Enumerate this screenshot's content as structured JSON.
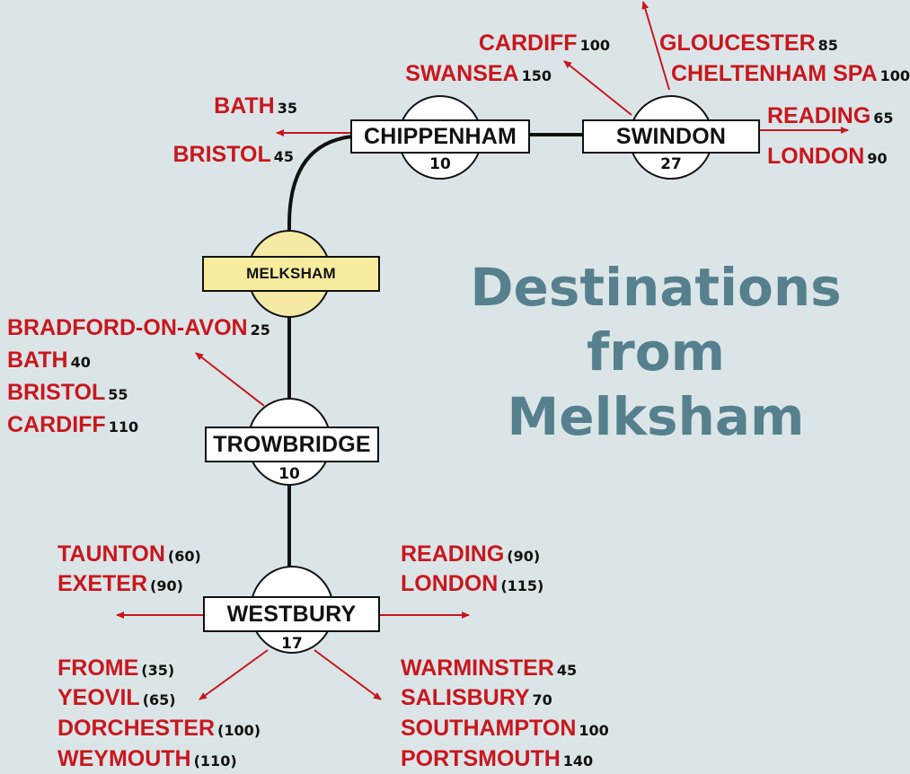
{
  "title": [
    "Destinations",
    "from",
    "Melksham"
  ],
  "colors": {
    "background": "#dbe5e8",
    "destination_text": "#c8171d",
    "title_text": "#56808d",
    "melksham_fill": "#f7ec9e",
    "line": "#111111"
  },
  "stations": {
    "chippenham": {
      "name": "CHIPPENHAM",
      "minutes": "10"
    },
    "swindon": {
      "name": "SWINDON",
      "minutes": "27"
    },
    "melksham": {
      "name": "MELKSHAM"
    },
    "trowbridge": {
      "name": "TROWBRIDGE",
      "minutes": "10"
    },
    "westbury": {
      "name": "WESTBURY",
      "minutes": "17"
    }
  },
  "groups": {
    "chippenham_west": [
      {
        "name": "BATH",
        "time": "35"
      },
      {
        "name": "BRISTOL",
        "time": "45"
      }
    ],
    "chippenham_northwest": [
      {
        "name": "CARDIFF",
        "time": "100"
      },
      {
        "name": "SWANSEA",
        "time": "150"
      }
    ],
    "swindon_north": [
      {
        "name": "GLOUCESTER",
        "time": "85"
      },
      {
        "name": "CHELTENHAM SPA",
        "time": "100"
      }
    ],
    "swindon_east": [
      {
        "name": "READING",
        "time": "65"
      },
      {
        "name": "LONDON",
        "time": "90"
      }
    ],
    "trowbridge_northwest": [
      {
        "name": "BRADFORD-ON-AVON",
        "time": "25"
      },
      {
        "name": "BATH",
        "time": "40"
      },
      {
        "name": "BRISTOL",
        "time": "55"
      },
      {
        "name": "CARDIFF",
        "time": "110"
      }
    ],
    "westbury_west": [
      {
        "name": "TAUNTON",
        "time": "(60)"
      },
      {
        "name": "EXETER",
        "time": "(90)"
      }
    ],
    "westbury_east": [
      {
        "name": "READING",
        "time": "(90)"
      },
      {
        "name": "LONDON",
        "time": "(115)"
      }
    ],
    "westbury_southwest": [
      {
        "name": "FROME",
        "time": "(35)"
      },
      {
        "name": "YEOVIL",
        "time": "(65)"
      },
      {
        "name": "DORCHESTER",
        "time": "(100)"
      },
      {
        "name": "WEYMOUTH",
        "time": "(110)"
      }
    ],
    "westbury_southeast": [
      {
        "name": "WARMINSTER",
        "time": "45"
      },
      {
        "name": "SALISBURY",
        "time": "70"
      },
      {
        "name": "SOUTHAMPTON",
        "time": "100"
      },
      {
        "name": "PORTSMOUTH",
        "time": "140"
      }
    ]
  }
}
